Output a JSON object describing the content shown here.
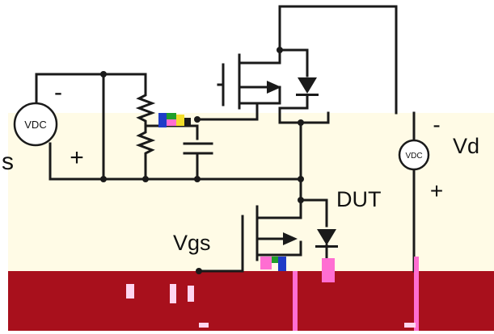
{
  "colors": {
    "background_top": "#ffffff",
    "panel_yellow": "#fffbe6",
    "panel_red": "#a8101c",
    "wire": "#1a1a1a",
    "glitch_pink": "#ff6ed2",
    "glitch_green": "#1f9e2a",
    "glitch_blue": "#1f3cc7",
    "glitch_yellow": "#f2de2a"
  },
  "labels": {
    "gate_source_minus": "-",
    "gate_source_plus": "+",
    "gate_source_vdc": "VDC",
    "left_partial": "s",
    "drain_source_minus": "-",
    "drain_source_plus": "+",
    "drain_source_vdc": "VDC",
    "drain_source_name": "Vd",
    "dut_label": "DUT",
    "vgs_label": "Vgs"
  }
}
